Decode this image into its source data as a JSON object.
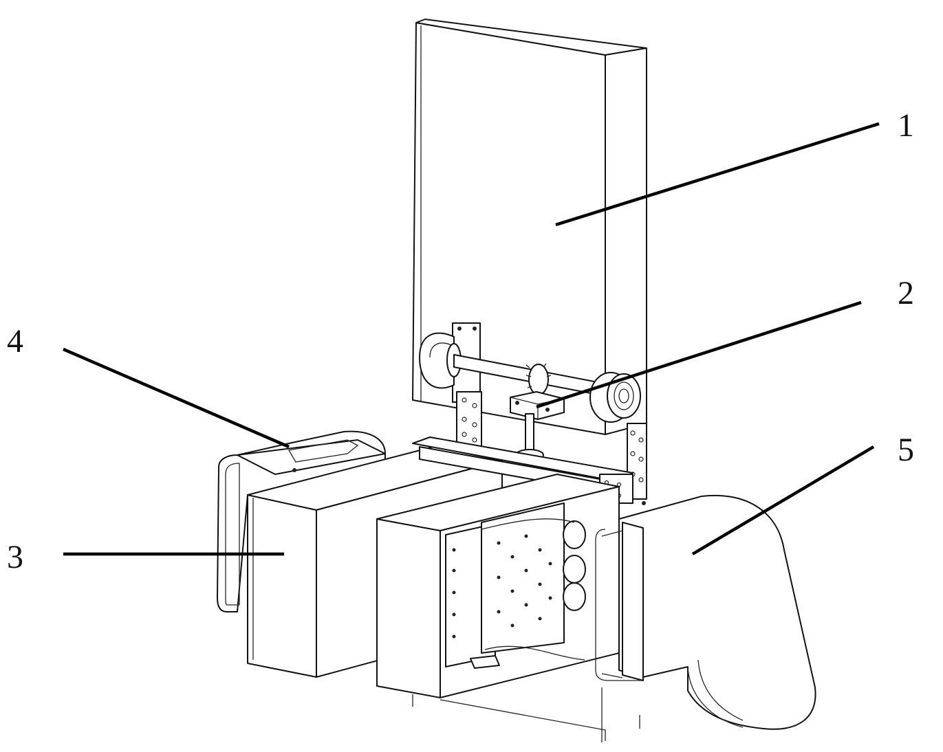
{
  "labels": [
    {
      "id": "1",
      "text": "1"
    },
    {
      "id": "2",
      "text": "2"
    },
    {
      "id": "3",
      "text": "3"
    },
    {
      "id": "4",
      "text": "4"
    },
    {
      "id": "5",
      "text": "5"
    }
  ],
  "colors": {
    "line": "#111111",
    "background": "#ffffff"
  }
}
